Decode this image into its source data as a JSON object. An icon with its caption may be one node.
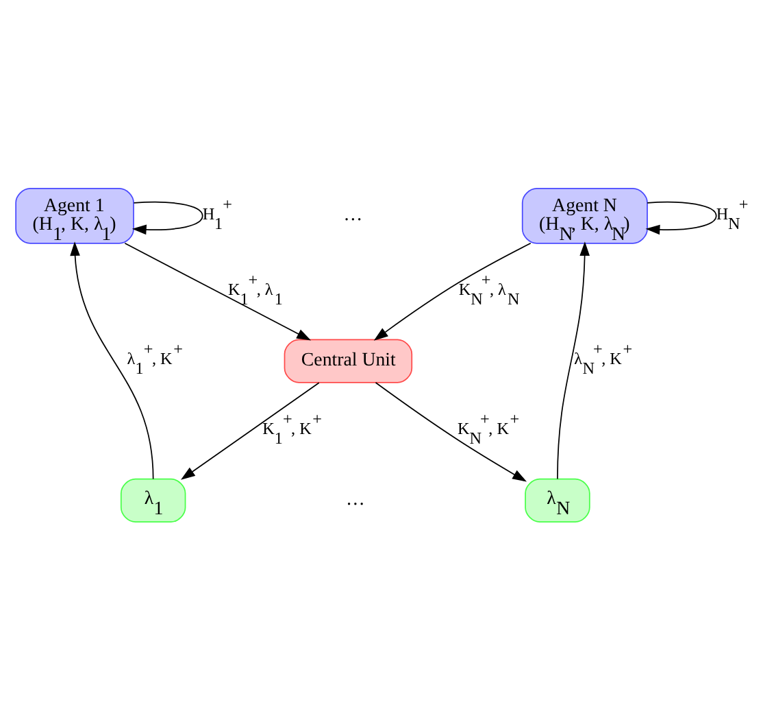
{
  "diagram": {
    "nodes": [
      {
        "text": [
          "Agent 1",
          "(H$_{1}$, K, λ$_{1}$)"
        ]
      },
      {
        "text": [
          "Agent N",
          "(H$_{N}$, K, λ$_{N}$)"
        ]
      },
      {
        "text": [
          "Central Unit"
        ]
      },
      {
        "text": [
          "λ$_{1}$"
        ]
      },
      {
        "text": [
          "λ$_{N}$"
        ]
      }
    ],
    "edges": [
      {
        "from": 0,
        "to": 0,
        "arrow": "to",
        "label": "H$_{1}$$^{+}$"
      },
      {
        "from": 1,
        "to": 1,
        "arrow": "to",
        "label": "H$_{N}$$^{+}$"
      },
      {
        "from": 0,
        "to": 2,
        "arrow": "to",
        "label": "K$_{1}$$^{+}$, λ$_{1}$"
      },
      {
        "from": 1,
        "to": 2,
        "arrow": "to",
        "label": "K$_{N}$$^{+}$, λ$_{N}$"
      },
      {
        "from": 2,
        "to": 3,
        "arrow": "to",
        "label": "K$_{1}$$^{+}$, K$^{+}$"
      },
      {
        "from": 2,
        "to": 4,
        "arrow": "to",
        "label": "K$_{N}$$^{+}$, K$^{+}$"
      },
      {
        "from": 3,
        "to": 0,
        "arrow": "to",
        "label": "λ$_{1}$$^{+}$, K$^{+}$"
      },
      {
        "from": 4,
        "to": 1,
        "arrow": "to",
        "label": "λ$_{N}$$^{+}$, K$^{+}$"
      }
    ],
    "labels": [
      "…",
      "…"
    ]
  }
}
